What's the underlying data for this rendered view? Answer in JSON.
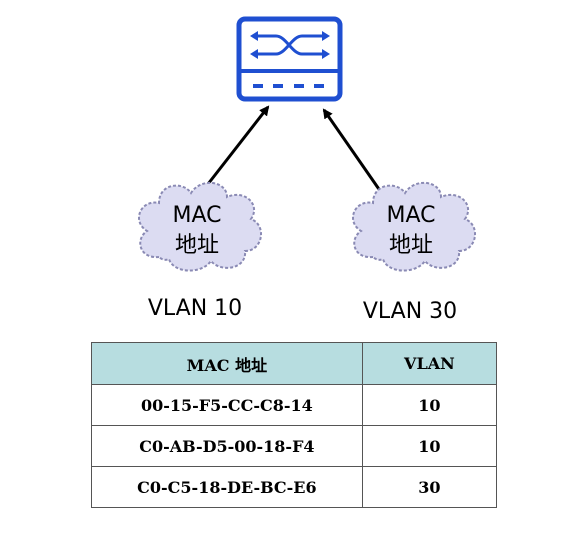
{
  "diagram": {
    "switch_icon": "network-switch-icon",
    "clouds": [
      {
        "line1": "MAC",
        "line2": "地址",
        "vlan_label": "VLAN 10"
      },
      {
        "line1": "MAC",
        "line2": "地址",
        "vlan_label": "VLAN 30"
      }
    ],
    "colors": {
      "switch_blue": "#1f4fd1",
      "cloud_fill": "#dcdcf2",
      "cloud_stroke": "#8a8ab4",
      "table_header_bg": "#b7dde0"
    }
  },
  "table": {
    "headers": {
      "mac": "MAC 地址",
      "vlan": "VLAN"
    },
    "rows": [
      {
        "mac": "00-15-F5-CC-C8-14",
        "vlan": "10"
      },
      {
        "mac": "C0-AB-D5-00-18-F4",
        "vlan": "10"
      },
      {
        "mac": "C0-C5-18-DE-BC-E6",
        "vlan": "30"
      }
    ]
  }
}
